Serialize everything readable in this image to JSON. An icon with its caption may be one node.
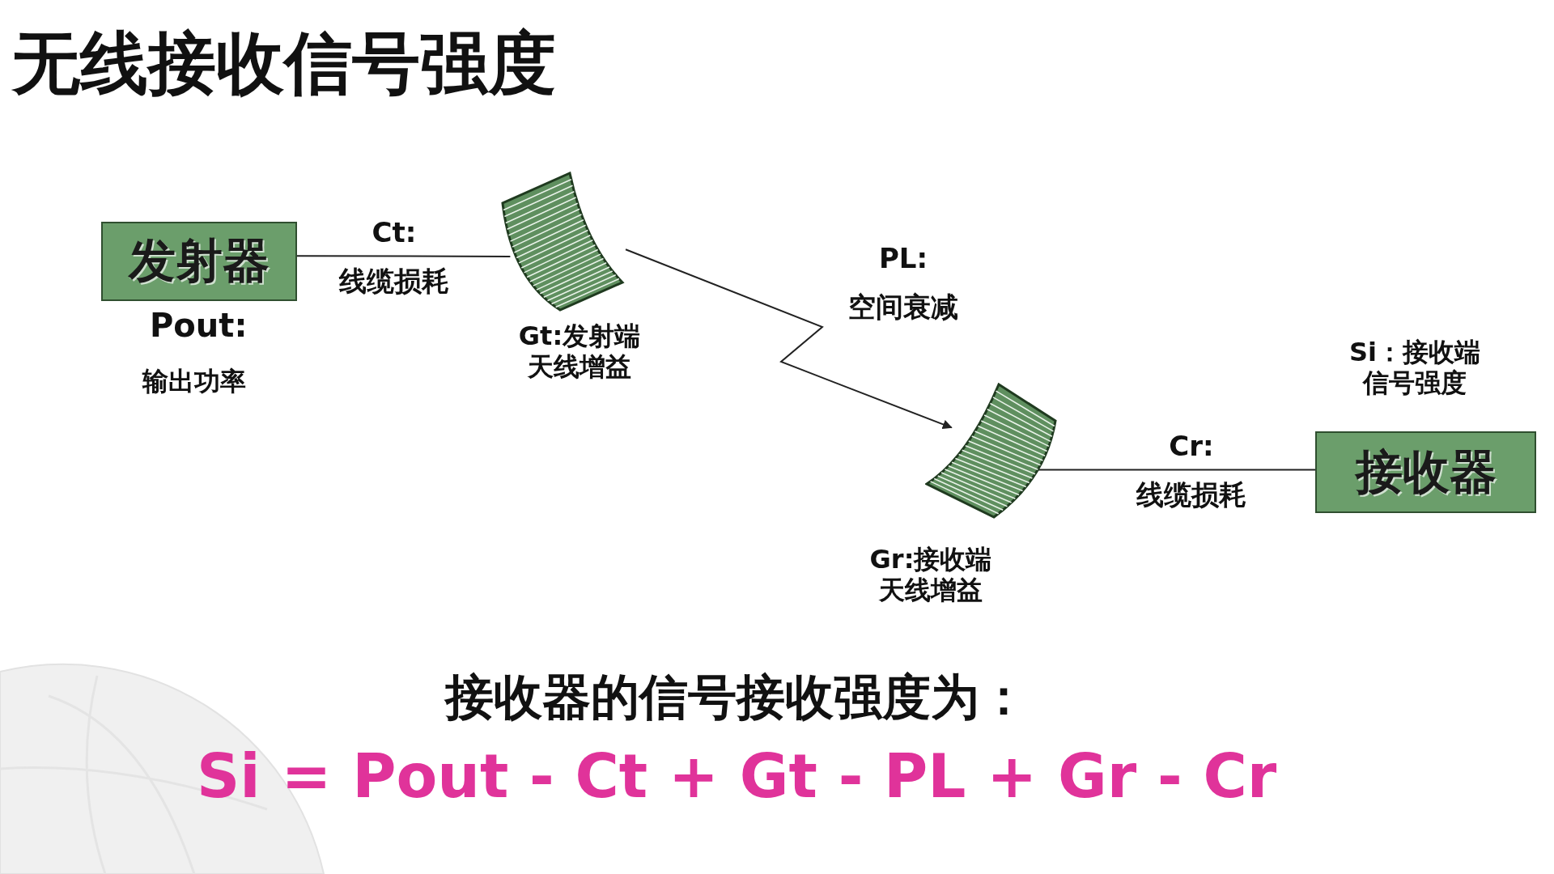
{
  "diagram": {
    "title": "无线接收信号强度",
    "nodes": [
      {
        "text": [
          "发射器"
        ],
        "beside": [
          "Pout:",
          "输出功率"
        ]
      },
      {
        "text": [],
        "shape": "picture",
        "beside": [
          "Gt:发射端天线增益"
        ]
      },
      {
        "text": [],
        "shape": "picture",
        "beside": [
          "Gr:接收端天线增益"
        ]
      },
      {
        "text": [
          "接收器"
        ],
        "beside": [
          "Si：接收端信号强度"
        ]
      }
    ],
    "edges": [
      {
        "from": 0,
        "to": 1,
        "arrow": "none",
        "label": "Ct: 线缆损耗"
      },
      {
        "from": 1,
        "to": 2,
        "arrow": "to",
        "label": "PL: 空间衰减"
      },
      {
        "from": 2,
        "to": 3,
        "arrow": "none",
        "label": "Cr: 线缆损耗"
      }
    ],
    "labels": [
      "接收器的信号接收强度为：",
      "Si = Pout - Ct + Gt - PL + Gr - Cr"
    ]
  }
}
